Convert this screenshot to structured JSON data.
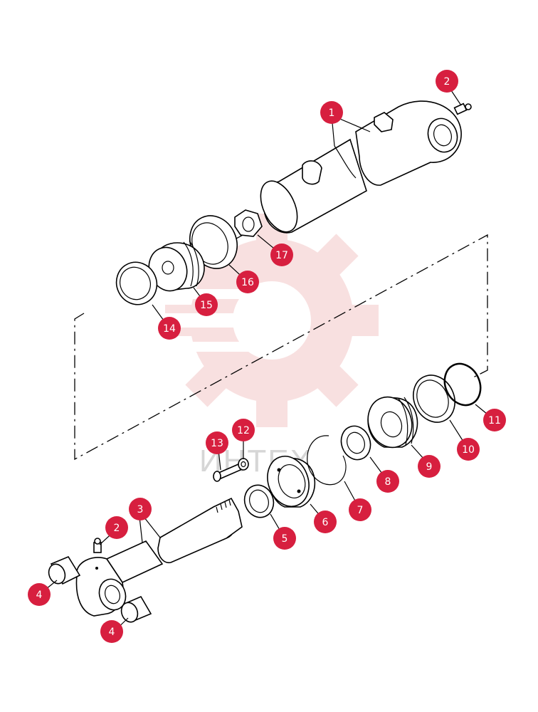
{
  "diagram": {
    "type": "exploded-parts-diagram",
    "callout_color": "#d71f3f",
    "watermark_color": "#f4c7c7",
    "watermark_text": "ИНТЕХ",
    "callouts": [
      {
        "id": "c1",
        "label": "1"
      },
      {
        "id": "c2a",
        "label": "2"
      },
      {
        "id": "c2b",
        "label": "2"
      },
      {
        "id": "c3",
        "label": "3"
      },
      {
        "id": "c4a",
        "label": "4"
      },
      {
        "id": "c4b",
        "label": "4"
      },
      {
        "id": "c5",
        "label": "5"
      },
      {
        "id": "c6",
        "label": "6"
      },
      {
        "id": "c7",
        "label": "7"
      },
      {
        "id": "c8",
        "label": "8"
      },
      {
        "id": "c9",
        "label": "9"
      },
      {
        "id": "c10",
        "label": "10"
      },
      {
        "id": "c11",
        "label": "11"
      },
      {
        "id": "c12",
        "label": "12"
      },
      {
        "id": "c13",
        "label": "13"
      },
      {
        "id": "c14",
        "label": "14"
      },
      {
        "id": "c15",
        "label": "15"
      },
      {
        "id": "c16",
        "label": "16"
      },
      {
        "id": "c17",
        "label": "17"
      }
    ]
  }
}
